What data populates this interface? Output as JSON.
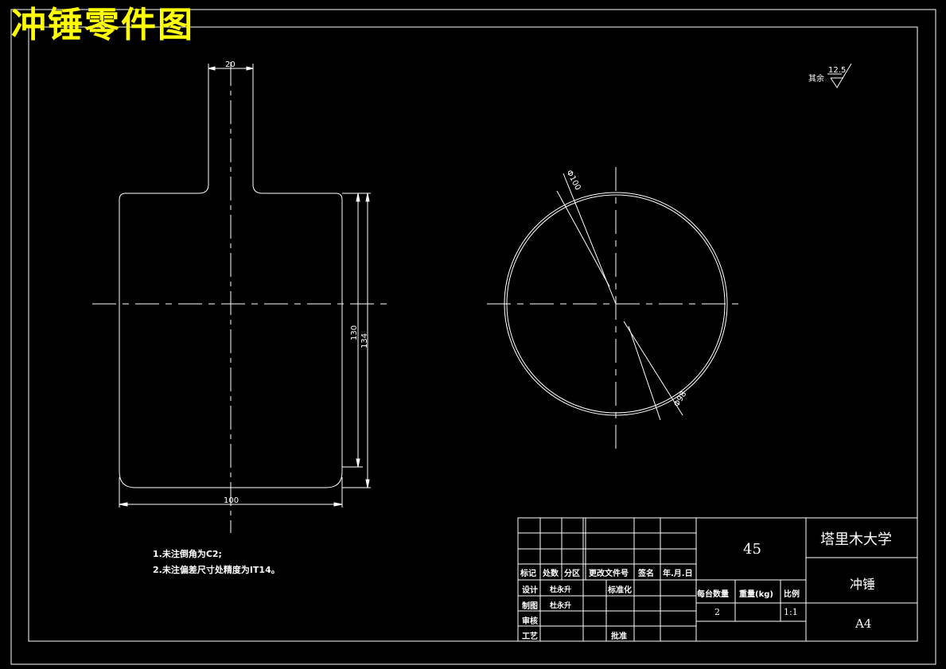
{
  "title": "冲锤零件图",
  "surface_finish": {
    "label": "其余",
    "value": "12.5"
  },
  "dimensions": {
    "top_width": "20",
    "bottom_width": "100",
    "inner_height": "130",
    "outer_height": "134",
    "outer_diameter": "Φ100",
    "inner_diameter": "Φ98"
  },
  "notes": [
    "1.未注倒角为C2;",
    "2.未注偏差尺寸处精度为IT14。"
  ],
  "title_block": {
    "headers": [
      "标记",
      "处数",
      "分区",
      "更改文件号",
      "签名",
      "年.月.日"
    ],
    "design_label": "设计",
    "design_name": "杜永升",
    "standard_label": "标准化",
    "drawing_label": "制图",
    "drawing_name": "杜永升",
    "review_label": "审核",
    "process_label": "工艺",
    "approve_label": "批准",
    "material": "45",
    "qty_label": "每台数量",
    "weight_label": "重量(kg)",
    "scale_label": "比例",
    "qty_value": "2",
    "scale_value": "1:1",
    "school": "塔里木大学",
    "part_name": "冲锤",
    "paper_size": "A4"
  }
}
